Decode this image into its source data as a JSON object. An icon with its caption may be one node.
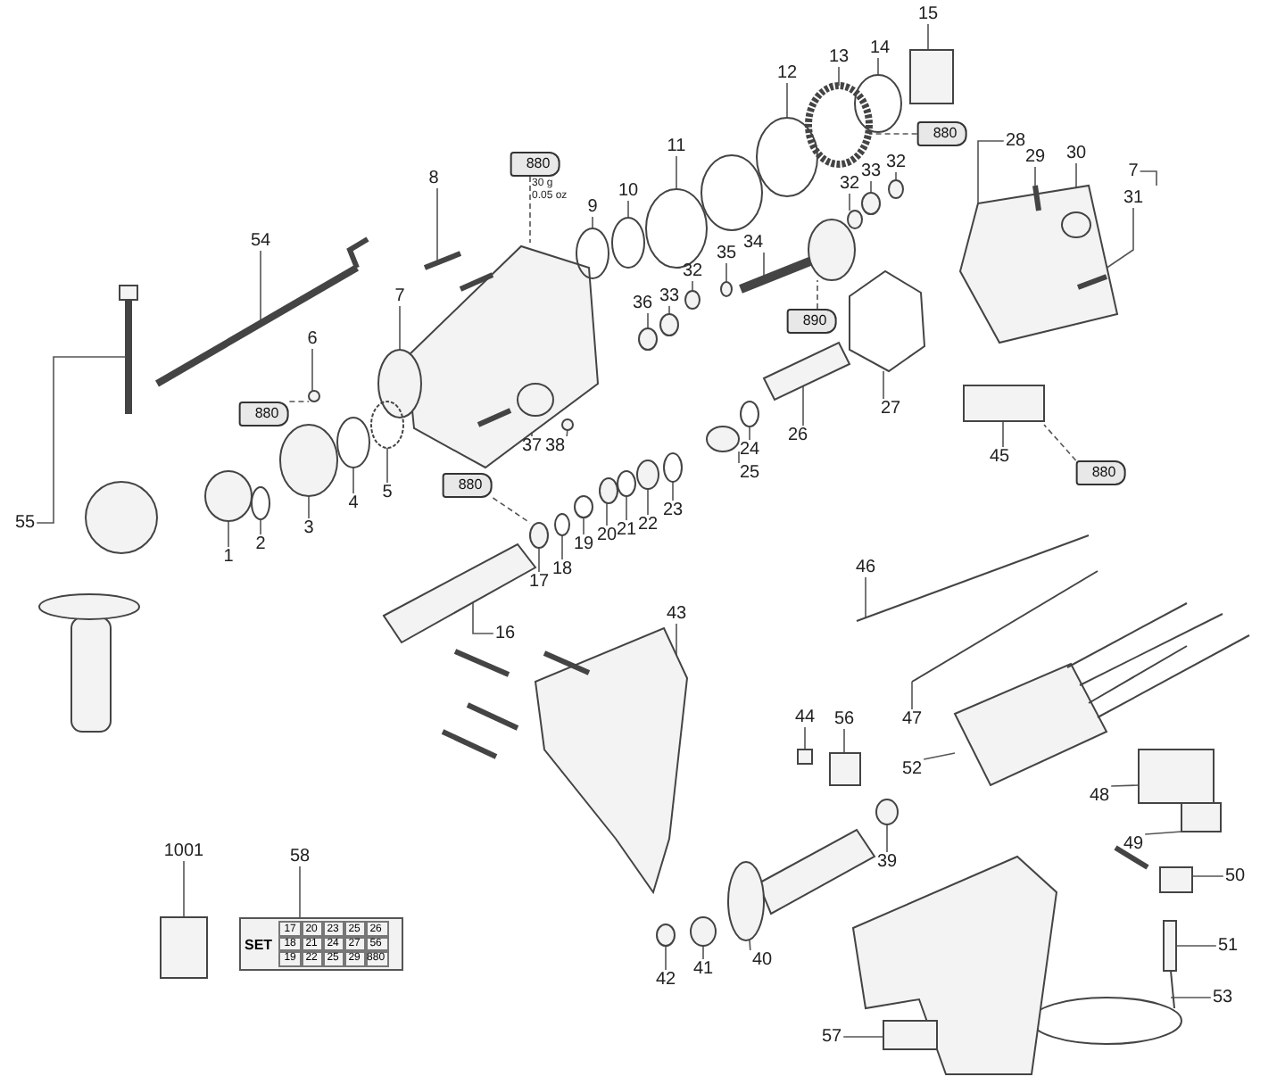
{
  "diagram": {
    "nodes": [
      {
        "text": [
          "15"
        ]
      },
      {
        "text": [
          "14"
        ]
      },
      {
        "text": [
          "13"
        ]
      },
      {
        "text": [
          "12"
        ]
      },
      {
        "text": [
          "880"
        ],
        "beside": [
          "30 g",
          "0.05 oz"
        ]
      },
      {
        "text": [
          "7"
        ]
      },
      {
        "text": [
          "8"
        ]
      },
      {
        "text": [
          "10"
        ]
      },
      {
        "text": [
          "9"
        ]
      },
      {
        "text": [
          "28"
        ]
      },
      {
        "text": [
          "29"
        ]
      },
      {
        "text": [
          "30"
        ]
      },
      {
        "text": [
          "31"
        ]
      },
      {
        "text": [
          "880"
        ]
      },
      {
        "text": [
          "11"
        ]
      },
      {
        "text": [
          "32"
        ]
      },
      {
        "text": [
          "33"
        ]
      },
      {
        "text": [
          "32"
        ]
      },
      {
        "text": [
          "54"
        ]
      },
      {
        "text": [
          "34"
        ]
      },
      {
        "text": [
          "35"
        ]
      },
      {
        "text": [
          "32"
        ]
      },
      {
        "text": [
          "33"
        ]
      },
      {
        "text": [
          "36"
        ]
      },
      {
        "text": [
          "7"
        ]
      },
      {
        "text": [
          "6"
        ]
      },
      {
        "text": [
          "890"
        ]
      },
      {
        "text": [
          "880"
        ]
      },
      {
        "text": [
          "27"
        ]
      },
      {
        "text": [
          "24"
        ]
      },
      {
        "text": [
          "26"
        ]
      },
      {
        "text": [
          "45"
        ]
      },
      {
        "text": [
          "37"
        ]
      },
      {
        "text": [
          "38"
        ]
      },
      {
        "text": [
          "25"
        ]
      },
      {
        "text": [
          "880"
        ]
      },
      {
        "text": [
          "880"
        ]
      },
      {
        "text": [
          "5"
        ]
      },
      {
        "text": [
          "4"
        ]
      },
      {
        "text": [
          "23"
        ]
      },
      {
        "text": [
          "55"
        ]
      },
      {
        "text": [
          "3"
        ]
      },
      {
        "text": [
          "22"
        ]
      },
      {
        "text": [
          "21"
        ]
      },
      {
        "text": [
          "20"
        ]
      },
      {
        "text": [
          "2"
        ]
      },
      {
        "text": [
          "19"
        ]
      },
      {
        "text": [
          "1"
        ]
      },
      {
        "text": [
          "46"
        ]
      },
      {
        "text": [
          "18"
        ]
      },
      {
        "text": [
          "17"
        ]
      },
      {
        "text": [
          "43"
        ]
      },
      {
        "text": [
          "16"
        ]
      },
      {
        "text": [
          "44"
        ]
      },
      {
        "text": [
          "56"
        ]
      },
      {
        "text": [
          "47"
        ]
      },
      {
        "text": [
          "52"
        ]
      },
      {
        "text": [
          "48"
        ]
      },
      {
        "text": [
          "49"
        ]
      },
      {
        "text": [
          "1001"
        ]
      },
      {
        "text": [
          "58"
        ]
      },
      {
        "text": [
          "39"
        ]
      },
      {
        "text": [
          "50"
        ]
      },
      {
        "text": [
          "51"
        ]
      },
      {
        "text": [
          "40"
        ]
      },
      {
        "text": [
          "41"
        ]
      },
      {
        "text": [
          "42"
        ]
      },
      {
        "text": [
          "53"
        ]
      },
      {
        "text": [
          "57"
        ]
      },
      {
        "text": [],
        "shape": "box"
      },
      {
        "text": [],
        "shape": "circle"
      },
      {
        "text": [],
        "shape": "circle"
      },
      {
        "text": [],
        "shape": "circle"
      },
      {
        "text": [],
        "shape": "circle"
      },
      {
        "text": [],
        "shape": "circle"
      },
      {
        "text": [],
        "shape": "circle"
      },
      {
        "text": [],
        "shape": "circle"
      },
      {
        "text": [],
        "shape": "circle"
      },
      {
        "text": [],
        "shape": "circle"
      },
      {
        "text": [],
        "shape": "circle"
      },
      {
        "text": [],
        "shape": "circle"
      },
      {
        "text": [],
        "shape": "box"
      },
      {
        "text": [],
        "shape": "box"
      },
      {
        "text": [],
        "shape": "box"
      },
      {
        "text": [
          "SET"
        ]
      },
      {
        "text": [],
        "shape": "circle"
      },
      {
        "text": [],
        "shape": "box"
      },
      {
        "text": [],
        "shape": "circle"
      },
      {
        "text": [],
        "shape": "circle"
      }
    ],
    "edges": [
      {
        "from": 0,
        "to": 69,
        "arrow": "none"
      },
      {
        "from": 1,
        "to": null,
        "arrow": "none"
      },
      {
        "from": 2,
        "to": 71,
        "arrow": "none"
      },
      {
        "from": 3,
        "to": null,
        "arrow": "none"
      },
      {
        "from": 4,
        "to": null,
        "arrow": "none",
        "style": "dashed"
      },
      {
        "from": 5,
        "to": null,
        "arrow": "none"
      },
      {
        "from": 6,
        "to": null,
        "arrow": "none"
      },
      {
        "from": 7,
        "to": null,
        "arrow": "none"
      },
      {
        "from": 8,
        "to": null,
        "arrow": "none"
      },
      {
        "from": 9,
        "to": null,
        "arrow": "none"
      },
      {
        "from": 10,
        "to": null,
        "arrow": "none"
      },
      {
        "from": 11,
        "to": 70,
        "arrow": "none"
      },
      {
        "from": 12,
        "to": null,
        "arrow": "none"
      },
      {
        "from": 13,
        "to": 71,
        "arrow": "none",
        "style": "dashed"
      },
      {
        "from": 14,
        "to": null,
        "arrow": "none"
      },
      {
        "from": 15,
        "to": null,
        "arrow": "none"
      },
      {
        "from": 16,
        "to": 72,
        "arrow": "none"
      },
      {
        "from": 17,
        "to": 88,
        "arrow": "none"
      },
      {
        "from": 18,
        "to": null,
        "arrow": "none"
      },
      {
        "from": 19,
        "to": null,
        "arrow": "none"
      },
      {
        "from": 20,
        "to": 73,
        "arrow": "none"
      },
      {
        "from": 21,
        "to": null,
        "arrow": "none"
      },
      {
        "from": 22,
        "to": null,
        "arrow": "none"
      },
      {
        "from": 23,
        "to": null,
        "arrow": "none"
      },
      {
        "from": 24,
        "to": null,
        "arrow": "none"
      },
      {
        "from": 25,
        "to": 74,
        "arrow": "none"
      },
      {
        "from": 26,
        "to": null,
        "arrow": "none",
        "style": "dashed"
      },
      {
        "from": 27,
        "to": 74,
        "arrow": "none",
        "style": "dashed"
      },
      {
        "from": 28,
        "to": null,
        "arrow": "none"
      },
      {
        "from": 29,
        "to": null,
        "arrow": "none"
      },
      {
        "from": 30,
        "to": null,
        "arrow": "none"
      },
      {
        "from": 31,
        "to": null,
        "arrow": "none"
      },
      {
        "from": 32,
        "to": null,
        "arrow": "none"
      },
      {
        "from": 33,
        "to": null,
        "arrow": "none"
      },
      {
        "from": 34,
        "to": 75,
        "arrow": "none"
      },
      {
        "from": 35,
        "to": 76,
        "arrow": "none",
        "style": "dashed"
      },
      {
        "from": 36,
        "to": null,
        "arrow": "none",
        "style": "dashed"
      },
      {
        "from": 37,
        "to": null,
        "arrow": "none"
      },
      {
        "from": 38,
        "to": null,
        "arrow": "none"
      },
      {
        "from": 39,
        "to": null,
        "arrow": "none"
      },
      {
        "from": 40,
        "to": null,
        "arrow": "none"
      },
      {
        "from": 41,
        "to": null,
        "arrow": "none"
      },
      {
        "from": 42,
        "to": 77,
        "arrow": "none"
      },
      {
        "from": 43,
        "to": 78,
        "arrow": "none"
      },
      {
        "from": 44,
        "to": 79,
        "arrow": "none"
      },
      {
        "from": 45,
        "to": null,
        "arrow": "none"
      },
      {
        "from": 46,
        "to": null,
        "arrow": "none"
      },
      {
        "from": 47,
        "to": null,
        "arrow": "none"
      },
      {
        "from": 48,
        "to": null,
        "arrow": "none"
      },
      {
        "from": 49,
        "to": 80,
        "arrow": "none"
      },
      {
        "from": 50,
        "to": 76,
        "arrow": "none"
      },
      {
        "from": 51,
        "to": null,
        "arrow": "none"
      },
      {
        "from": 52,
        "to": null,
        "arrow": "none"
      },
      {
        "from": 53,
        "to": null,
        "arrow": "none"
      },
      {
        "from": 54,
        "to": 81,
        "arrow": "none"
      },
      {
        "from": 55,
        "to": null,
        "arrow": "none"
      },
      {
        "from": 56,
        "to": null,
        "arrow": "none"
      },
      {
        "from": 57,
        "to": null,
        "arrow": "none"
      },
      {
        "from": 58,
        "to": 82,
        "arrow": "none"
      },
      {
        "from": 59,
        "to": 83,
        "arrow": "none"
      },
      {
        "from": 60,
        "to": 84,
        "arrow": "none"
      },
      {
        "from": 61,
        "to": 85,
        "arrow": "none"
      },
      {
        "from": 62,
        "to": 86,
        "arrow": "none"
      },
      {
        "from": 63,
        "to": null,
        "arrow": "none"
      },
      {
        "from": 64,
        "to": null,
        "arrow": "none"
      },
      {
        "from": 65,
        "to": null,
        "arrow": "none"
      },
      {
        "from": 66,
        "to": 87,
        "arrow": "none"
      },
      {
        "from": 67,
        "to": null,
        "arrow": "none"
      },
      {
        "from": 68,
        "to": null,
        "arrow": "none"
      }
    ],
    "labels": [
      "17",
      "20",
      "23",
      "25",
      "26",
      "18",
      "21",
      "24",
      "27",
      "56",
      "19",
      "22",
      "25",
      "29",
      "880"
    ]
  }
}
